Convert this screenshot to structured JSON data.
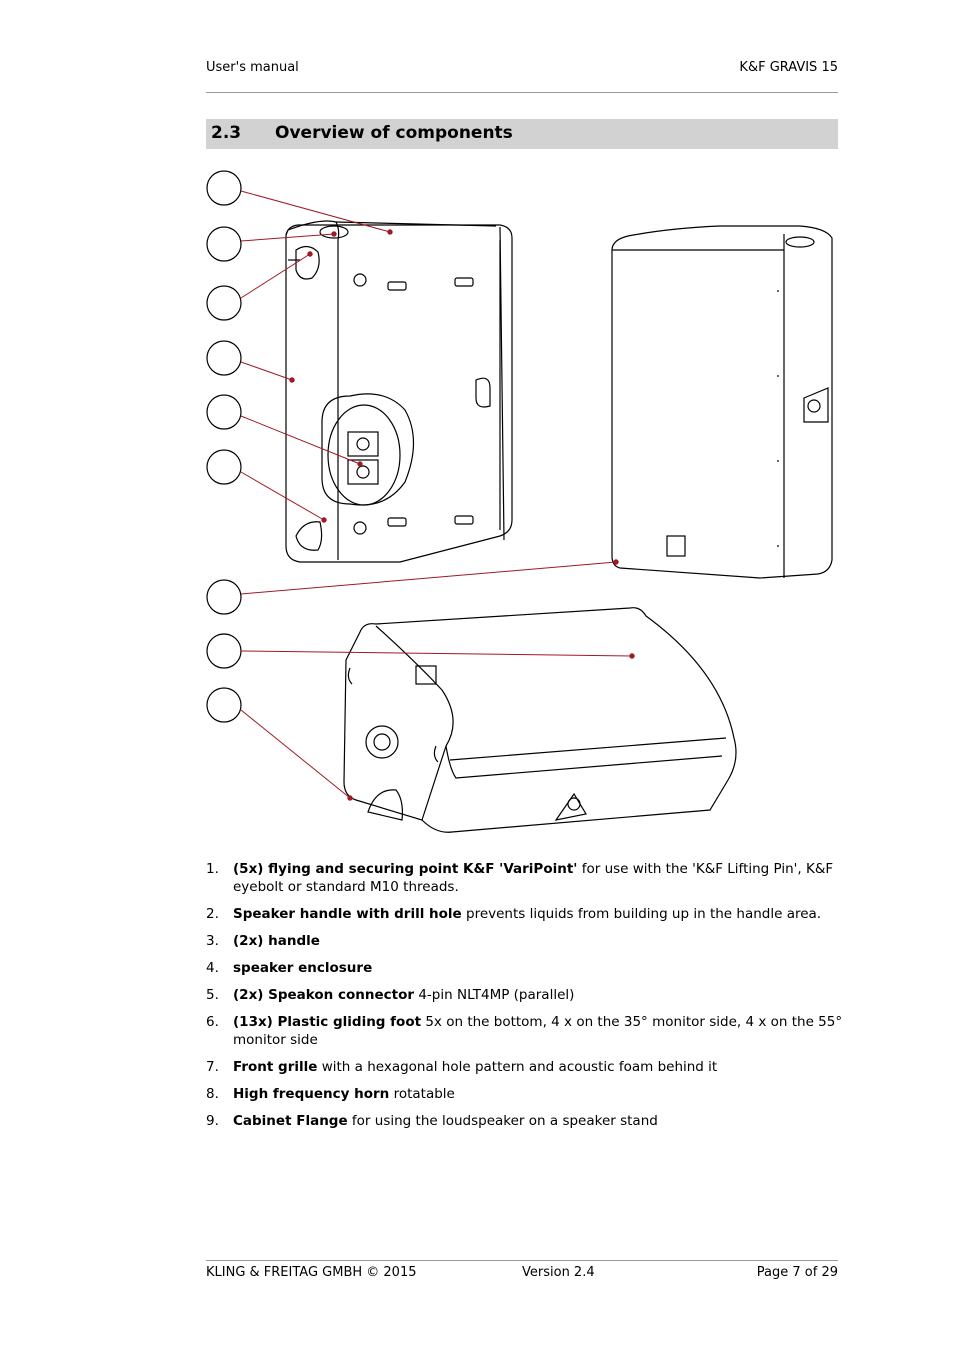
{
  "header": {
    "left": "User's manual",
    "right": "K&F GRAVIS  15"
  },
  "section": {
    "number": "2.3",
    "title": "Overview of components"
  },
  "items": [
    {
      "num": "1.",
      "bold": "(5x) flying and securing point K&F 'VariPoint'",
      "text": " for use with the 'K&F Lifting Pin', K&F eyebolt or standard M10 threads."
    },
    {
      "num": "2.",
      "bold": "Speaker handle with drill hole",
      "text": " prevents liquids from building up in the handle area."
    },
    {
      "num": "3.",
      "bold": "(2x) handle",
      "text": ""
    },
    {
      "num": "4.",
      "bold": "speaker enclosure",
      "text": ""
    },
    {
      "num": "5.",
      "bold": "(2x) Speakon connector",
      "text": " 4-pin NLT4MP (parallel)"
    },
    {
      "num": "6.",
      "bold": "(13x) Plastic gliding foot",
      "text": " 5x on the bottom, 4 x on the 35° monitor side, 4 x on the 55° monitor side"
    },
    {
      "num": "7.",
      "bold": "Front grille",
      "text": " with a hexagonal hole pattern and acoustic foam behind it"
    },
    {
      "num": "8.",
      "bold": "High frequency horn",
      "text": " rotatable"
    },
    {
      "num": "9.",
      "bold": "Cabinet Flange",
      "text": " for using the loudspeaker on a speaker stand"
    }
  ],
  "footer": {
    "left": "KLING & FREITAG GMBH © 2015",
    "middle": "Version 2.4",
    "right": "Page 7 of 29"
  },
  "colors": {
    "leader": "#9e1b24",
    "section_bar": "#d2d2d2",
    "rule": "#9a9a9a"
  }
}
